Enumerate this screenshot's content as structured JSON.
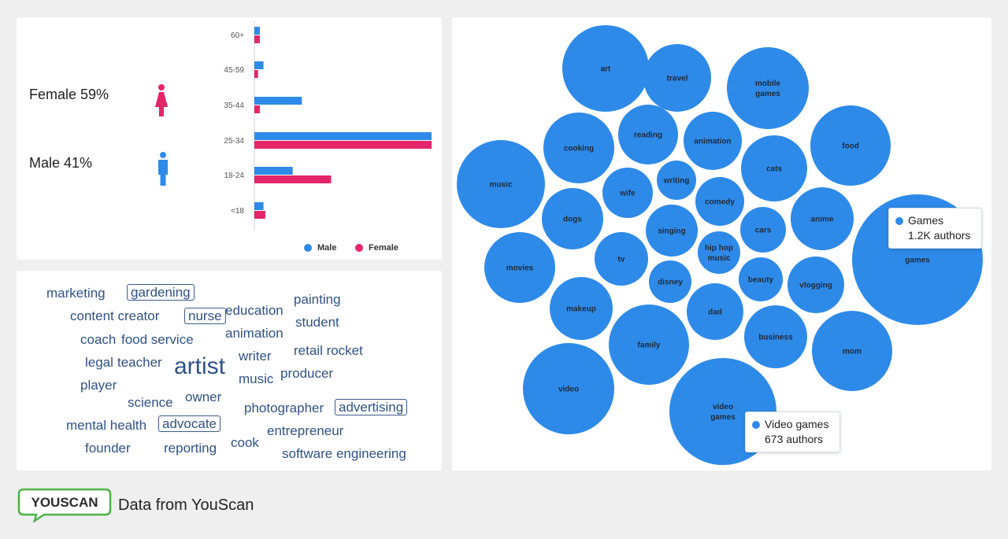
{
  "colors": {
    "male": "#2e8ae8",
    "female": "#e5246a",
    "bubble": "#2e8ae8",
    "word": "#2f5286",
    "logo_green": "#4cb348"
  },
  "demographics": {
    "female_label": "Female 59%",
    "male_label": "Male 41%",
    "female_icon": "female-person-icon",
    "male_icon": "male-person-icon"
  },
  "chart_data": [
    {
      "type": "bar",
      "orientation": "horizontal",
      "categories": [
        "60+",
        "45-59",
        "35-44",
        "25-34",
        "18-24",
        "<18"
      ],
      "series": [
        {
          "name": "Male",
          "values": [
            3,
            5,
            26,
            97,
            21,
            5
          ]
        },
        {
          "name": "Female",
          "values": [
            3,
            2,
            3,
            97,
            42,
            6
          ]
        }
      ],
      "xlim": [
        0,
        97
      ],
      "legend": "bottom-right",
      "legend_labels": [
        "Male",
        "Female"
      ]
    },
    {
      "type": "bubble",
      "series": [
        {
          "label": "art"
        },
        {
          "label": "travel"
        },
        {
          "label": "mobile games"
        },
        {
          "label": "cooking"
        },
        {
          "label": "reading"
        },
        {
          "label": "animation"
        },
        {
          "label": "food"
        },
        {
          "label": "cats"
        },
        {
          "label": "music"
        },
        {
          "label": "writing"
        },
        {
          "label": "wife"
        },
        {
          "label": "comedy"
        },
        {
          "label": "dogs"
        },
        {
          "label": "anime"
        },
        {
          "label": "singing"
        },
        {
          "label": "cars"
        },
        {
          "label": "games"
        },
        {
          "label": "tv"
        },
        {
          "label": "hip hop music"
        },
        {
          "label": "movies"
        },
        {
          "label": "disney"
        },
        {
          "label": "beauty"
        },
        {
          "label": "vlogging"
        },
        {
          "label": "makeup"
        },
        {
          "label": "dad"
        },
        {
          "label": "family"
        },
        {
          "label": "business"
        },
        {
          "label": "mom"
        },
        {
          "label": "video"
        },
        {
          "label": "video games"
        }
      ],
      "tooltips": [
        {
          "title": "Games",
          "value": "1.2K authors"
        },
        {
          "title": "Video games",
          "value": "673 authors"
        }
      ]
    }
  ],
  "word_cloud": [
    {
      "text": "marketing",
      "boxed": false
    },
    {
      "text": "gardening",
      "boxed": true
    },
    {
      "text": "painting",
      "boxed": false
    },
    {
      "text": "content creator",
      "boxed": false
    },
    {
      "text": "nurse",
      "boxed": true
    },
    {
      "text": "education",
      "boxed": false
    },
    {
      "text": "student",
      "boxed": false
    },
    {
      "text": "animation",
      "boxed": false
    },
    {
      "text": "coach",
      "boxed": false
    },
    {
      "text": "food service",
      "boxed": false
    },
    {
      "text": "retail rocket",
      "boxed": false
    },
    {
      "text": "legal",
      "boxed": false
    },
    {
      "text": "teacher",
      "boxed": false
    },
    {
      "text": "artist",
      "boxed": false
    },
    {
      "text": "writer",
      "boxed": false
    },
    {
      "text": "producer",
      "boxed": false
    },
    {
      "text": "music",
      "boxed": false
    },
    {
      "text": "player",
      "boxed": false
    },
    {
      "text": "owner",
      "boxed": false
    },
    {
      "text": "science",
      "boxed": false
    },
    {
      "text": "photographer",
      "boxed": false
    },
    {
      "text": "advertising",
      "boxed": true
    },
    {
      "text": "mental health",
      "boxed": false
    },
    {
      "text": "advocate",
      "boxed": true
    },
    {
      "text": "entrepreneur",
      "boxed": false
    },
    {
      "text": "founder",
      "boxed": false
    },
    {
      "text": "reporting",
      "boxed": false
    },
    {
      "text": "cook",
      "boxed": false
    },
    {
      "text": "software engineering",
      "boxed": false
    }
  ],
  "footer": {
    "logo_text": "YOUSCAN",
    "text": "Data from YouScan",
    "logo_icon": "speech-bubble-logo"
  }
}
